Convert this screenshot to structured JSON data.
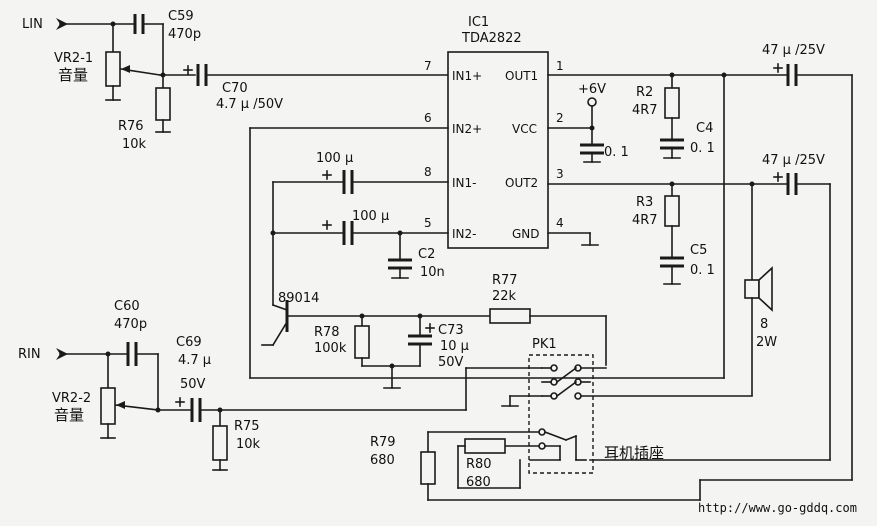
{
  "labels": {
    "lin": "LIN",
    "rin": "RIN",
    "c59": "C59",
    "c59_val": "470p",
    "vr21": "VR2-1",
    "vol1": "音量",
    "c70": "C70",
    "c70_val": "4.7 μ /50V",
    "r76": "R76",
    "r76_val": "10k",
    "ic1": "IC1",
    "ic1_part": "TDA2822",
    "pin_in1p": "IN1+",
    "pin_in2p": "IN2+",
    "pin_in1m": "IN1-",
    "pin_in2m": "IN2-",
    "pin_out1": "OUT1",
    "pin_vcc": "VCC",
    "pin_out2": "OUT2",
    "pin_gnd": "GND",
    "n7": "7",
    "n6": "6",
    "n8": "8",
    "n5": "5",
    "n1": "1",
    "n2": "2",
    "n3": "3",
    "n4": "4",
    "c8_val": "100 μ",
    "c5_val": "100 μ",
    "c2": "C2",
    "c2_val": "10n",
    "plus6v": "+6V",
    "c_vcc_val": "0. 1",
    "r2": "R2",
    "r2_val": "4R7",
    "c4": "C4",
    "c4_val": "0. 1",
    "r3": "R3",
    "r3_val": "4R7",
    "c5": "C5",
    "c5v": "0. 1",
    "cap47a": "47 μ /25V",
    "cap47b": "47 μ /25V",
    "spk_a": "8",
    "spk_b": "2W",
    "q": "89014",
    "r78": "R78",
    "r78_val": "100k",
    "c73": "C73",
    "c73_val": "10 μ",
    "c73_v": "50V",
    "r77": "R77",
    "r77_val": "22k",
    "pk1": "PK1",
    "c60": "C60",
    "c60_val": "470p",
    "c69": "C69",
    "c69_val": "4.7 μ",
    "c69_v": "50V",
    "vr22": "VR2-2",
    "vol2": "音量",
    "r75": "R75",
    "r75_val": "10k",
    "r79": "R79",
    "r79_val": "680",
    "r80": "R80",
    "r80_val": "680",
    "jack": "耳机插座",
    "url": "http://www.go-gddq.com"
  }
}
